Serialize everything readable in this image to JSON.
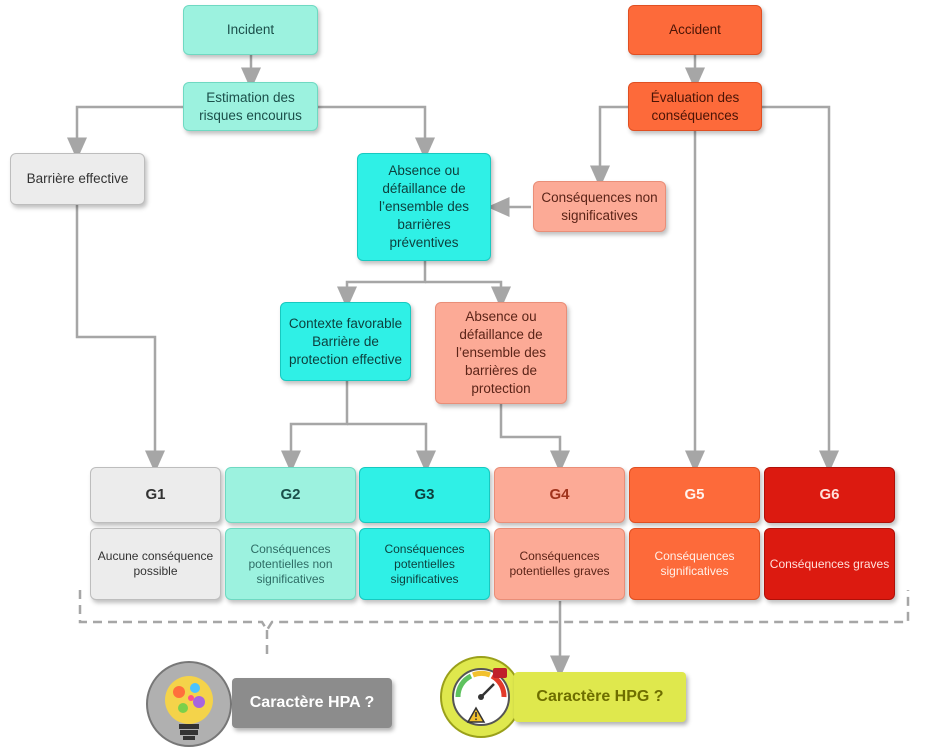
{
  "nodes": {
    "incident": "Incident",
    "accident": "Accident",
    "estimation": "Estimation des risques encourus",
    "evaluation": "Évaluation des conséquences",
    "barriere_effective": "Barrière effective",
    "absence_preventives": "Absence ou défaillance de l’ensemble des barrières préventives",
    "consequences_non_sig": "Conséquences non significatives",
    "contexte_favorable": "Contexte favorable Barrière de protection effective",
    "absence_protection": "Absence ou défaillance de l’ensemble des barrières de protection"
  },
  "grades": [
    {
      "code": "G1",
      "desc": "Aucune conséquence possible",
      "color": "#ececec"
    },
    {
      "code": "G2",
      "desc": "Conséquences potentielles non significatives",
      "color": "#9cf2df"
    },
    {
      "code": "G3",
      "desc": "Conséquences potentielles significatives",
      "color": "#2ff0e6"
    },
    {
      "code": "G4",
      "desc": "Conséquences potentielles graves",
      "color": "#fcaa96"
    },
    {
      "code": "G5",
      "desc": "Conséquences significatives",
      "color": "#fd6a3a"
    },
    {
      "code": "G6",
      "desc": "Conséquences graves",
      "color": "#dc1a10"
    }
  ],
  "outcomes": {
    "hpa": "Caractère HPA ?",
    "hpg": "Caractère HPG ?"
  },
  "icons": {
    "hpa": "lightbulb-icon",
    "hpg": "gauge-warning-icon"
  }
}
